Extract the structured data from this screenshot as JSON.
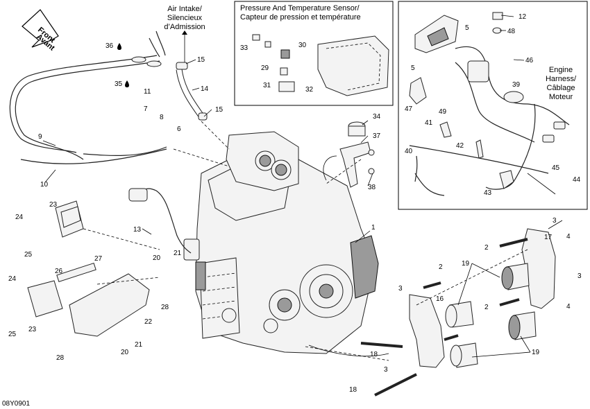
{
  "diagram_code": "08Y0901",
  "front_arrow": {
    "line1": "Front",
    "line2": "Avant"
  },
  "air_intake": {
    "line1": "Air Intake/",
    "line2": "Silencieux",
    "line3": "d’Admission"
  },
  "pressure_sensor": {
    "line1": "Pressure And Temperature Sensor/",
    "line2": "Capteur de pression et température"
  },
  "engine_harness": {
    "line1": "Engine",
    "line2": "Harness/",
    "line3": "Câblage",
    "line4": "Moteur"
  },
  "callouts": {
    "c1": "1",
    "c2a": "2",
    "c2b": "2",
    "c2c": "2",
    "c3a": "3",
    "c3b": "3",
    "c3c": "3",
    "c3d": "3",
    "c4a": "4",
    "c4b": "4",
    "c5a": "5",
    "c5b": "5",
    "c6": "6",
    "c7": "7",
    "c8": "8",
    "c9": "9",
    "c10": "10",
    "c11": "11",
    "c12": "12",
    "c13": "13",
    "c14": "14",
    "c15a": "15",
    "c15b": "15",
    "c16": "16",
    "c17": "17",
    "c18a": "18",
    "c18b": "18",
    "c19a": "19",
    "c19b": "19",
    "c20a": "20",
    "c20b": "20",
    "c21a": "21",
    "c21b": "21",
    "c22": "22",
    "c23a": "23",
    "c23b": "23",
    "c24a": "24",
    "c24b": "24",
    "c25a": "25",
    "c25b": "25",
    "c26": "26",
    "c27": "27",
    "c28a": "28",
    "c28b": "28",
    "c29": "29",
    "c30": "30",
    "c31": "31",
    "c32": "32",
    "c33": "33",
    "c34": "34",
    "c35": "35",
    "c36": "36",
    "c37": "37",
    "c38": "38",
    "c39": "39",
    "c40": "40",
    "c41": "41",
    "c42": "42",
    "c43": "43",
    "c44": "44",
    "c45": "45",
    "c46": "46",
    "c47": "47",
    "c48": "48",
    "c49": "49"
  }
}
